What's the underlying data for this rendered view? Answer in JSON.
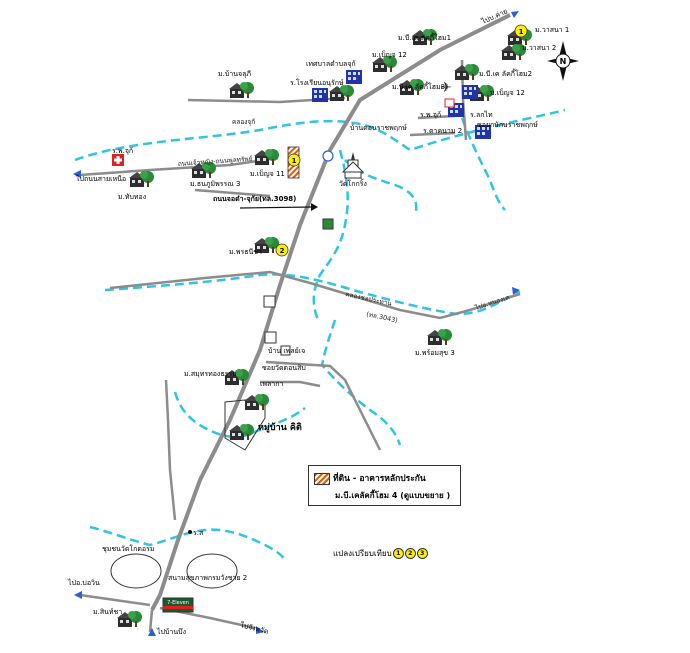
{
  "colors": {
    "road": "#8c8c8c",
    "canal": "#2fc4e0",
    "tree": "#2a8a3a",
    "house": "#333333",
    "phase_marker": "#ffee00",
    "site_hatch": "#e25a00",
    "office": "#2233aa",
    "arrow": "#2a60d0",
    "hospital": "#e02020"
  },
  "labels": {
    "to_rayong_top": "ไปบ.ค่าย",
    "mu_vatana1": "ม.วาสนา 1",
    "mu_vatana2": "ม.วาสนา 2",
    "mu_pk_ozone1": "ม.บี.เค ลัคกี้โฮม1",
    "mu_pk_ozone2": "ม.บี.เค ลัคกี้โฮม2",
    "mu_pk_ozone3": "ม.บี.เค ลัคกี้โฮม3",
    "mu_banrae": "ม.บ้านจลุภี",
    "thesaban": "เทศบาลตำบลจุก้",
    "mu_benz12a": "ม.เบ็ญจ 12",
    "mu_benz12b": "ม.เบ็ญจ 12",
    "school": "ร.โรงเรียนอนุรักษ์",
    "market": "ร.พ.จุก้",
    "mu_phrukanusorn": "ร.ลกไท",
    "pp_store": "ร.ตาคนาม 2",
    "kasikorn_left": "บ้านดอนราชพฤกษ์",
    "bank_right": "ซอยกษักษราชพฤกษ์",
    "khlong_top": "คลองจุก้",
    "road_chukdoi": "ถนนเจ้าหญิง-ถนนพูลทรัพย์",
    "hospital_label": "ร.พ.จุก้",
    "to_chonburi_left": "ไปถนนสายเหนือ",
    "mu_thanathon3": "ม.ธนภูมิพรรณ 3",
    "mu_benz11": "ม.เบ็ญจ 11",
    "mu_thapthong": "ม.ทับทอง",
    "road_main": "ถนนจอดำ-จุกัย(ทล.3098)",
    "wat": "วัดโกกริ้ง",
    "mu_paradise": "ม.พรธนีขา",
    "khlong_right": "คลองชลประทาน",
    "road_3043": "(ทล.3043)",
    "to_nongkhai": "ไปอ.หนองเค",
    "mu_monthong3": "ม.พร้อมสุข 3",
    "pipat": "บ้าน เพลย์เจ",
    "soi_ban": "ซอยวัดดอนสิบ",
    "mu_samutthong": "ม.สมุทรทองธรรม",
    "baan_kitti": "หมู่บ้าน คิติ",
    "phlai": "เพลากา",
    "legend_title": "ที่ดิน - อาคารหลักประกัน",
    "legend_sub": "ม.บี.เคลัคกี้โฮม 4 (ดูแบบขยาย )",
    "mai2": "ร.ส",
    "wat_bottom": "ชุมชนวัดโกดอรม",
    "school_bottom": "สนามสุขภาพกรมวังชาย 2",
    "to_bowin": "ไปอ.บ่อวิน",
    "to_banbueng": "ไปบ้านบึง",
    "to_chonbuir_bot": "ไปจังหวัด",
    "mu_sinthaworn": "ม.สินท์ชา",
    "phase_text": "แปลงเปรียบเทียบ",
    "compass": "N",
    "sign_text": "7-Eleven"
  },
  "markers": [
    "1",
    "2",
    "3"
  ],
  "icons": [
    "house-tree-icon",
    "office-building-icon",
    "temple-icon",
    "hospital-cross-icon",
    "airplane-icon",
    "north-compass-icon",
    "arrow-icon"
  ]
}
